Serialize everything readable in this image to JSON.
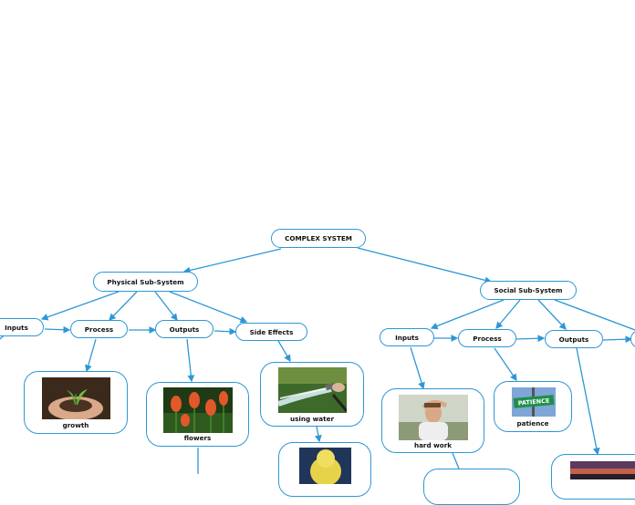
{
  "root": {
    "label": "COMPLEX SYSTEM"
  },
  "physical": {
    "label": "Physical Sub-System",
    "inputs": "Inputs",
    "process": "Process",
    "outputs": "Outputs",
    "side_effects": "Side Effects",
    "growth": "growth",
    "flowers": "flowers",
    "using_water": "using water"
  },
  "social": {
    "label": "Social Sub-System",
    "inputs": "Inputs",
    "process": "Process",
    "outputs": "Outputs",
    "hard_work": "hard work",
    "patience": "patience",
    "patience_sign": "PATIENCE"
  },
  "colors": {
    "line": "#2d97d6",
    "border": "#2d97d6"
  },
  "icons": [
    "seedling-hands-image",
    "tulips-image",
    "hose-water-image",
    "pear-image",
    "tired-man-image",
    "patience-sign-image",
    "sunset-image"
  ]
}
